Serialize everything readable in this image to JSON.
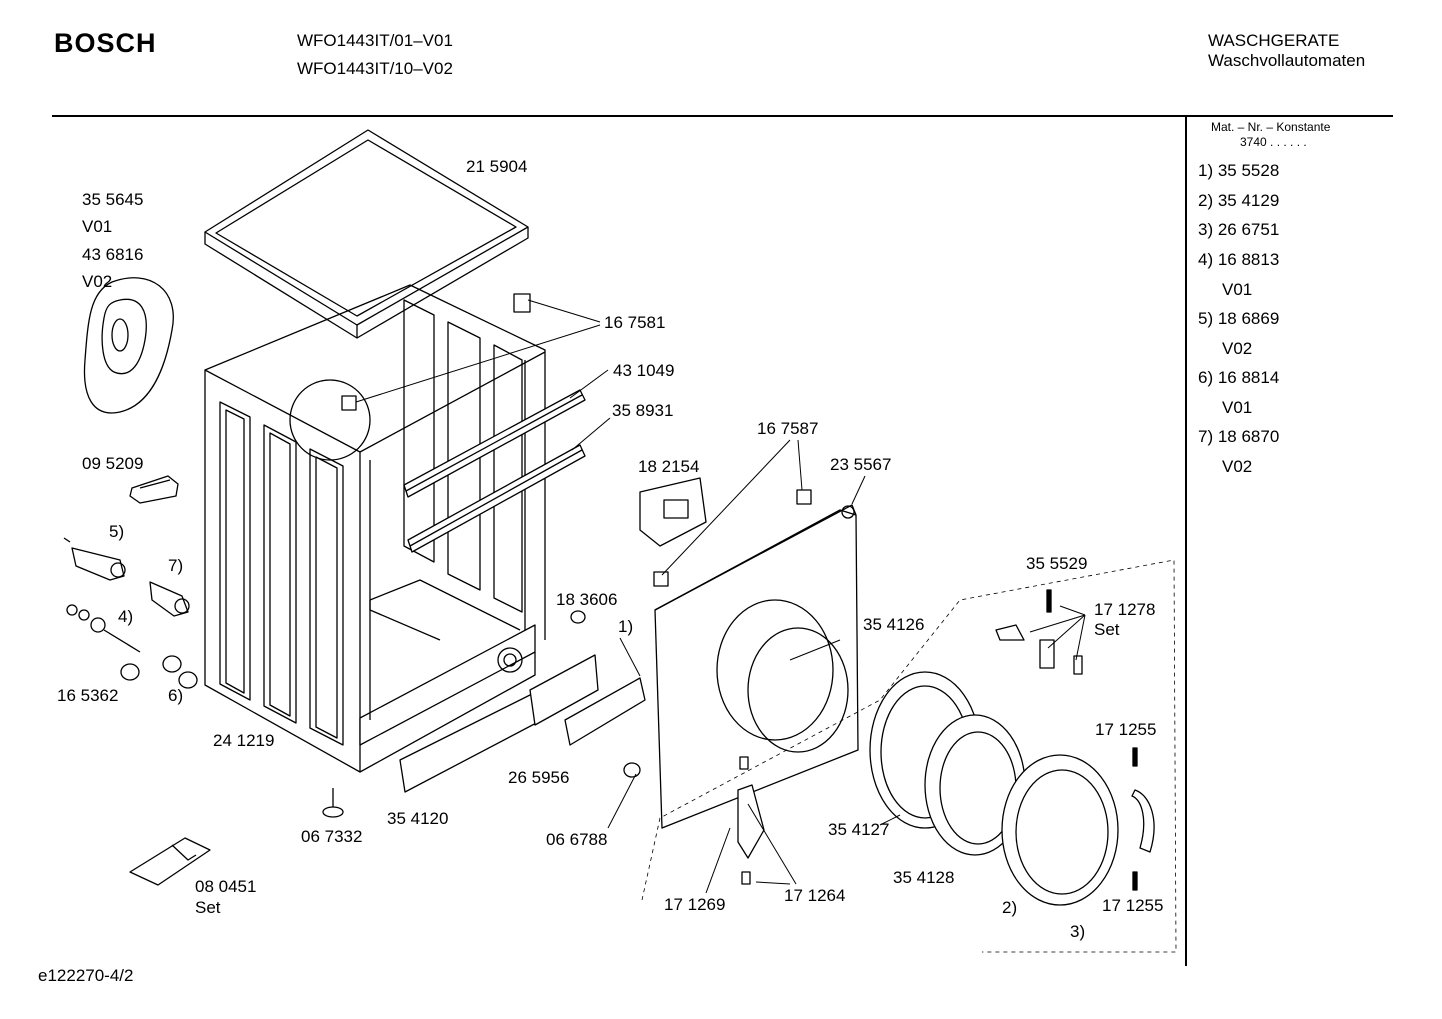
{
  "header": {
    "brand": "BOSCH",
    "models": [
      "WFO1443IT/01–V01",
      "WFO1443IT/10–V02"
    ],
    "category": "WASCHGERATE",
    "subcategory": "Waschvollautomaten"
  },
  "sidebar": {
    "constant_title": "Mat. – Nr. – Konstante",
    "constant_value": "3740 .  .  .  .  .  .",
    "items": [
      {
        "text": "1) 35 5528"
      },
      {
        "text": "2) 35 4129"
      },
      {
        "text": "3) 26 6751"
      },
      {
        "text": "4) 16 8813"
      },
      {
        "text": "V01"
      },
      {
        "text": "5) 18 6869"
      },
      {
        "text": "V02"
      },
      {
        "text": "6) 16 8814"
      },
      {
        "text": "V01"
      },
      {
        "text": "7) 18 6870"
      },
      {
        "text": "V02"
      }
    ]
  },
  "diagram": {
    "labels": {
      "p215904": "21 5904",
      "p355645": "35 5645",
      "v01a": "V01",
      "p436816": "43 6816",
      "v02a": "V02",
      "p167581": "16 7581",
      "p431049": "43 1049",
      "p358931": "35 8931",
      "p167587": "16 7587",
      "p182154": "18 2154",
      "p235567": "23 5567",
      "p095209": "09 5209",
      "r5": "5)",
      "r7": "7)",
      "r4": "4)",
      "r6": "6)",
      "p165362": "16 5362",
      "p183606": "18 3606",
      "r1": "1)",
      "p355529": "35 5529",
      "p171278": "17 1278",
      "set1": "Set",
      "p354126": "35 4126",
      "p241219": "24 1219",
      "p265956": "26 5956",
      "p354120": "35 4120",
      "p067332": "06 7332",
      "p066788": "06 6788",
      "p171255a": "17 1255",
      "p354127": "35 4127",
      "p354128": "35 4128",
      "p171264": "17 1264",
      "p171269": "17 1269",
      "r2": "2)",
      "p171255b": "17 1255",
      "r3": "3)",
      "p080451": "08 0451",
      "set2": "Set"
    }
  },
  "footer": {
    "doc_id": "e122270-4/2"
  }
}
